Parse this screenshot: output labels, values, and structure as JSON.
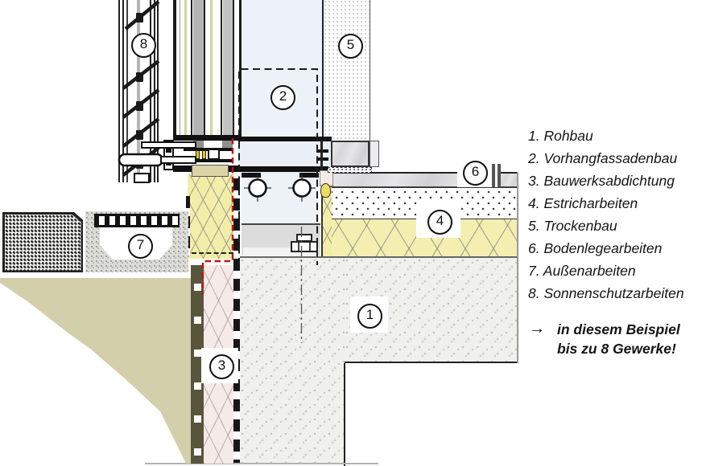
{
  "figure": {
    "type": "construction-detail-section",
    "subject": "curtain wall / floor slab junction with trades numbering"
  },
  "callouts": {
    "c1": "1",
    "c2": "2",
    "c3": "3",
    "c4": "4",
    "c5": "5",
    "c6": "6",
    "c7": "7",
    "c8": "8"
  },
  "legend": {
    "items": [
      "1. Rohbau",
      "2. Vorhangfassadenbau",
      "3. Bauwerksabdichtung",
      "4. Estricharbeiten",
      "5. Trockenbau",
      "6. Bodenlegearbeiten",
      "7. Außenarbeiten",
      "8. Sonnenschutzarbeiten"
    ],
    "note": {
      "arrow": "→",
      "line1": "in diesem Beispiel",
      "line2": "bis zu 8 Gewerke!"
    }
  },
  "colors": {
    "insulation_yellow": "#f4efb0",
    "perimeter_pink": "#f6eae8",
    "earth_tan": "#d4cfab",
    "protection_olive": "#59543c",
    "seal_red": "#c61111",
    "glass_cavity_blue": "#ecf2f8",
    "concrete_gray": "#f0f0ed"
  }
}
